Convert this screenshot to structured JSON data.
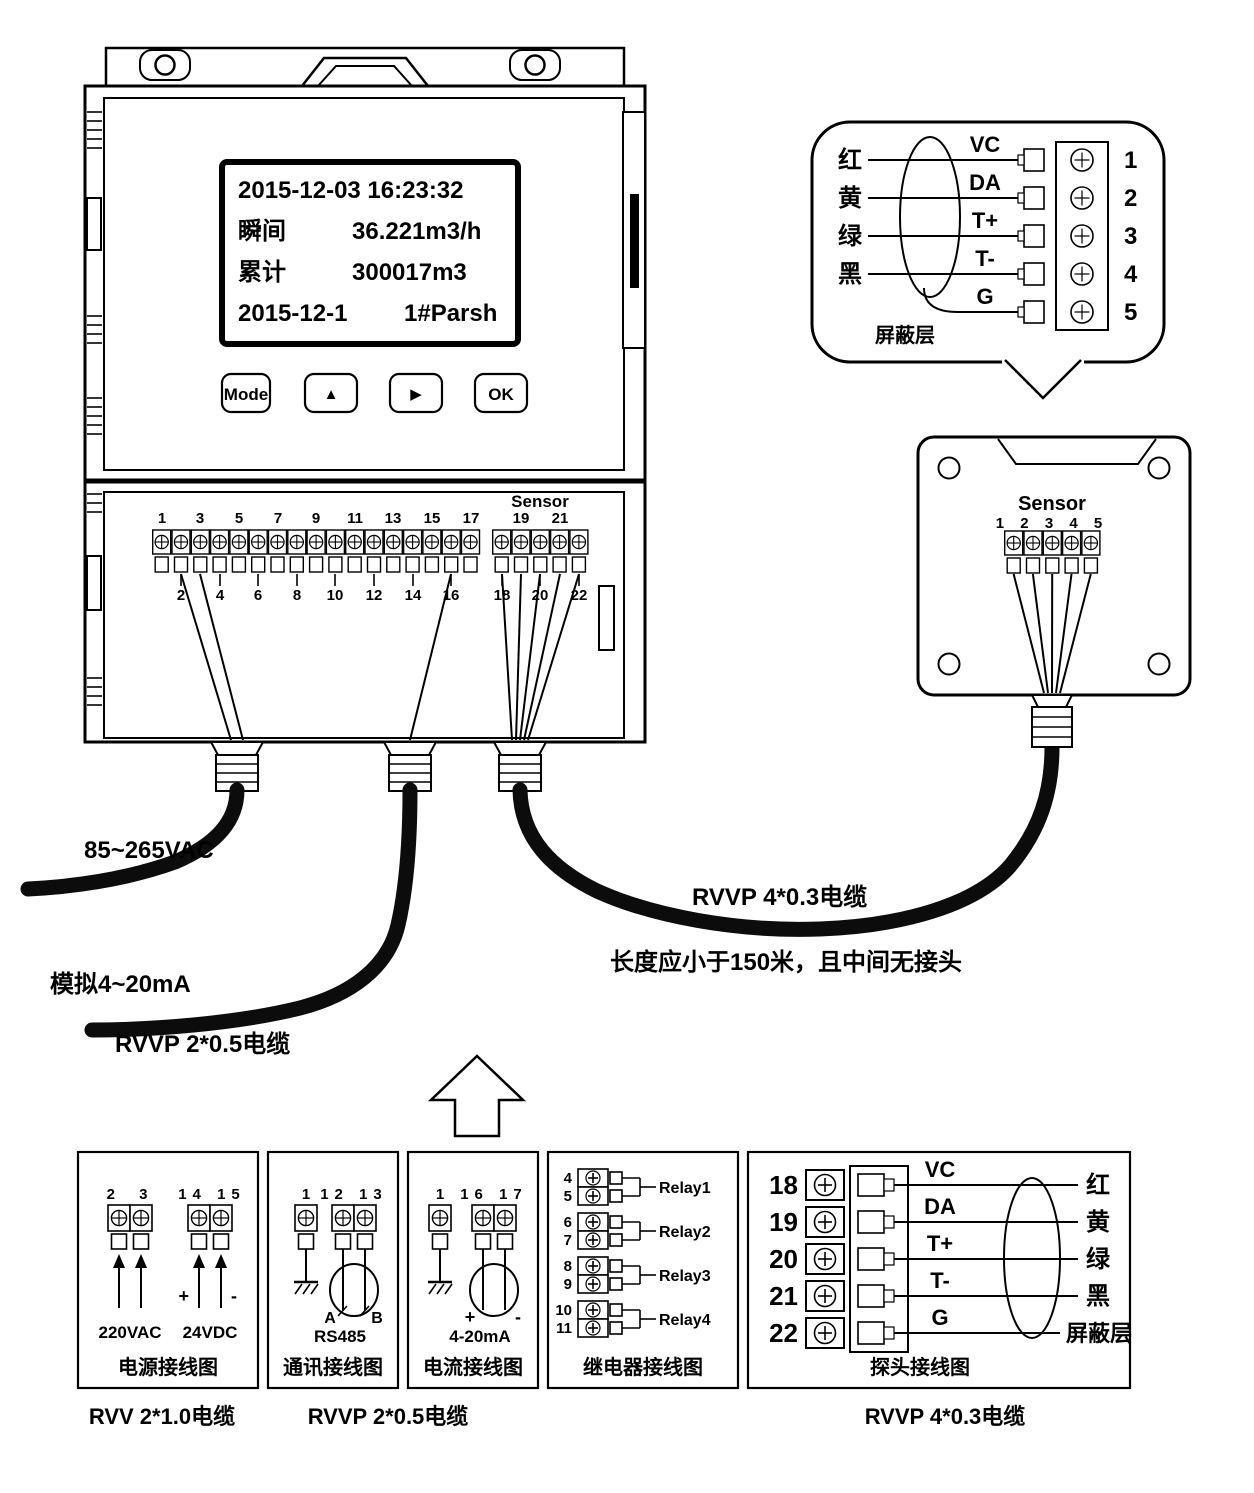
{
  "device": {
    "display": {
      "line1": "2015-12-03 16:23:32",
      "row2_label": "瞬间",
      "row2_value": "36.221m3/h",
      "row3_label": "累计",
      "row3_value": "300017m3",
      "row4_date": "2015-12-1",
      "row4_site": "1#Parsh"
    },
    "buttons": {
      "mode": "Mode",
      "up": "▲",
      "right": "▶",
      "ok": "OK"
    }
  },
  "terminal_block": {
    "sensor_label": "Sensor",
    "top_numbers": [
      "1",
      "3",
      "5",
      "7",
      "9",
      "11",
      "13",
      "15",
      "17"
    ],
    "bottom_numbers": [
      "2",
      "4",
      "6",
      "8",
      "10",
      "12",
      "14",
      "16"
    ],
    "sensor_top_numbers": [
      "19",
      "21"
    ],
    "sensor_bottom_numbers": [
      "18",
      "20",
      "22"
    ]
  },
  "cables": {
    "power_label": "85~265VAC",
    "analog_label": "模拟4~20mA",
    "analog_cable": "RVVP 2*0.5电缆",
    "sensor_cable": "RVVP 4*0.3电缆",
    "sensor_note": "长度应小于150米，且中间无接头"
  },
  "sensor_detail": {
    "wire_colors": [
      "红",
      "黄",
      "绿",
      "黑"
    ],
    "signals": [
      "VC",
      "DA",
      "T+",
      "T-",
      "G"
    ],
    "terminal_numbers": [
      "1",
      "2",
      "3",
      "4",
      "5"
    ],
    "shield_label": "屏蔽层"
  },
  "junction_box": {
    "title": "Sensor",
    "numbers": "1 2 3 4 5"
  },
  "wiring_panels": {
    "power": {
      "block1_numbers": "2 3",
      "block2_numbers": "14 15",
      "block1_label": "220VAC",
      "block2_label": "24VDC",
      "plus": "+",
      "minus": "-",
      "caption": "电源接线图"
    },
    "comm": {
      "block1_number": "1",
      "block2_numbers": "12 13",
      "line_a": "A",
      "line_b": "B",
      "bus_label": "RS485",
      "caption": "通讯接线图"
    },
    "current": {
      "block1_number": "1",
      "block2_numbers": "16 17",
      "plus": "+",
      "minus": "-",
      "range_label": "4-20mA",
      "caption": "电流接线图"
    },
    "relay": {
      "terminal_numbers": [
        "4",
        "5",
        "6",
        "7",
        "8",
        "9",
        "10",
        "11"
      ],
      "relay_labels": [
        "Relay1",
        "Relay2",
        "Relay3",
        "Relay4"
      ],
      "caption": "继电器接线图"
    },
    "probe": {
      "terminal_numbers": [
        "18",
        "19",
        "20",
        "21",
        "22"
      ],
      "signals": [
        "VC",
        "DA",
        "T+",
        "T-",
        "G"
      ],
      "wire_labels": [
        "红",
        "黄",
        "绿",
        "黑",
        "屏蔽层"
      ],
      "caption": "探头接线图"
    }
  },
  "cable_type_labels": {
    "power": "RVV 2*1.0电缆",
    "comm": "RVVP 2*0.5电缆",
    "probe": "RVVP 4*0.3电缆"
  }
}
